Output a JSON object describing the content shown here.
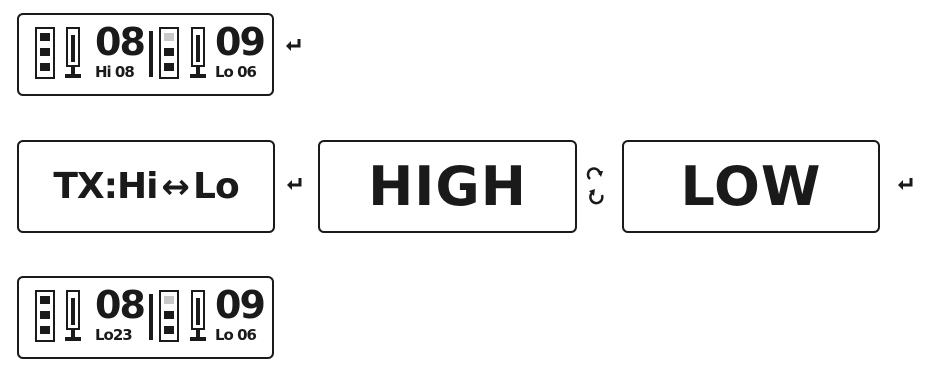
{
  "lcd_top": {
    "left_channel": "08",
    "left_sub": "Hi 08",
    "right_channel": "09",
    "right_sub": "Lo 06"
  },
  "tx_menu": {
    "label_prefix": "TX:Hi",
    "arrow": "↔",
    "label_suffix": "Lo"
  },
  "options": {
    "high": "HIGH",
    "low": "LOW"
  },
  "lcd_bottom": {
    "left_channel": "08",
    "left_sub": "Lo23",
    "right_channel": "09",
    "right_sub": "Lo 06"
  },
  "icons": {
    "enter": "enter-icon",
    "rotate": "rotate-icon",
    "battery": "battery-icon",
    "rf_level": "rf-level-icon"
  },
  "colors": {
    "ink": "#1a1a1a",
    "dim_segment": "#c9c9c9",
    "background": "#ffffff"
  }
}
